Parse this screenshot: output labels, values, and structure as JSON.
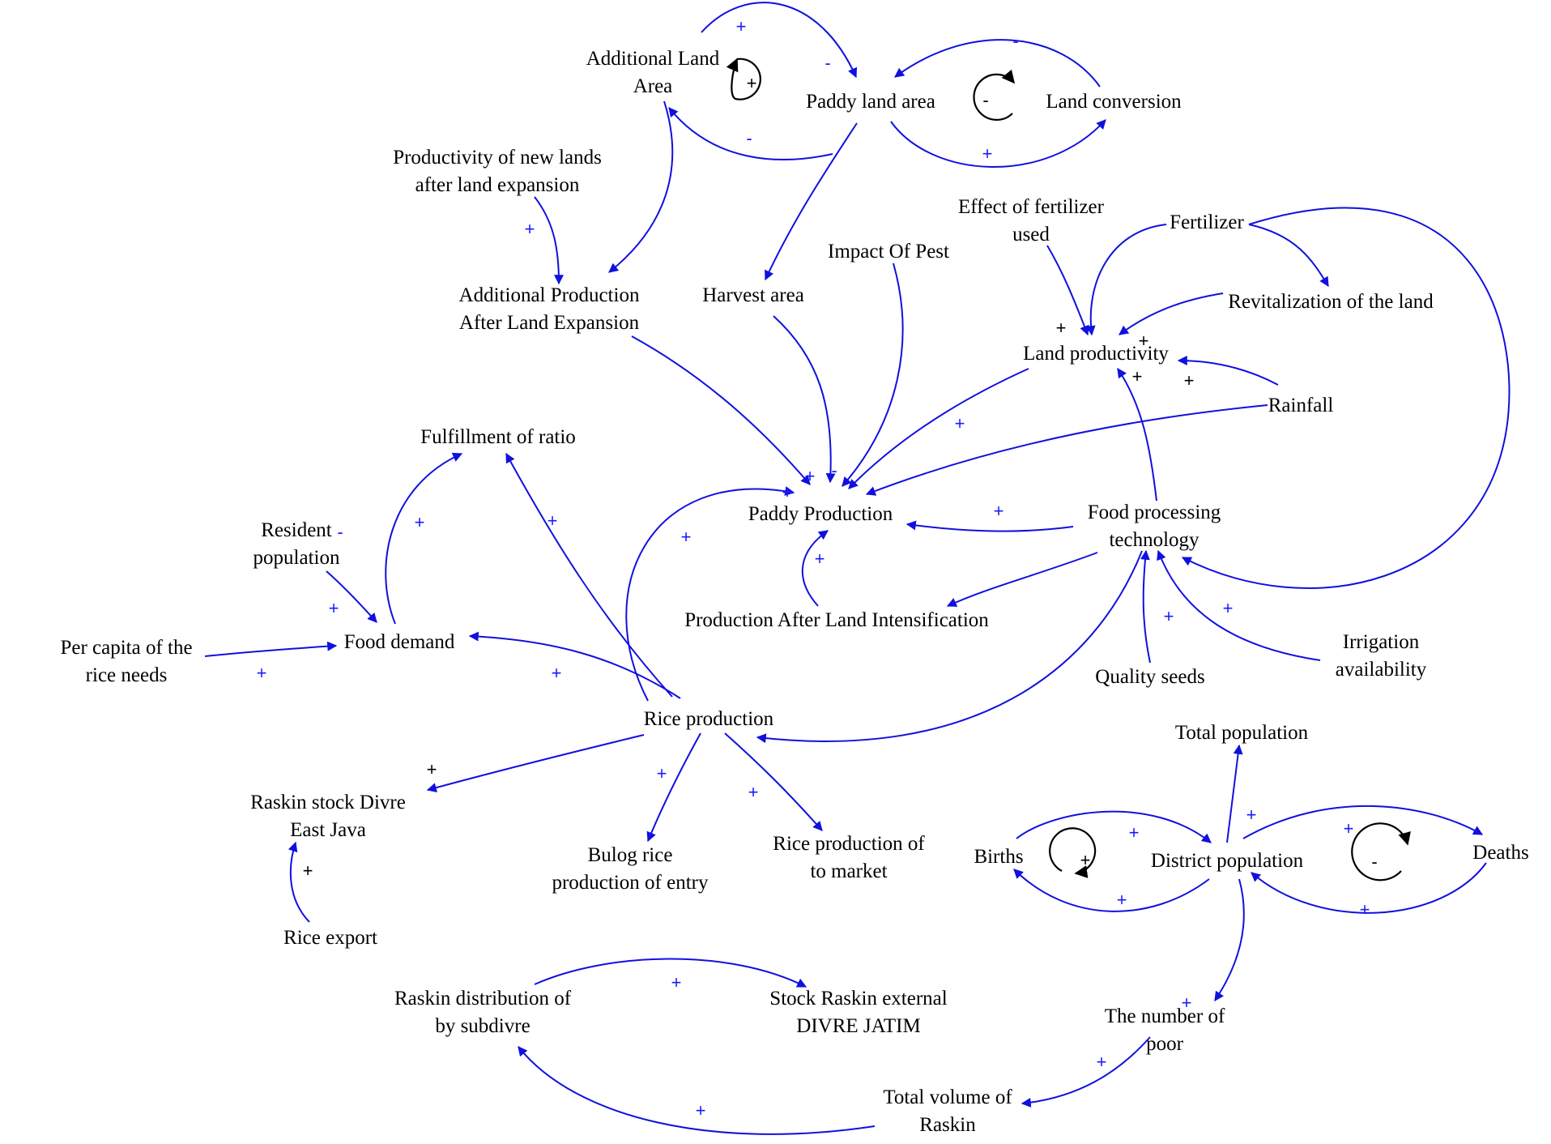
{
  "diagram": {
    "nodes": [
      {
        "id": "additional-land-area",
        "lines": [
          "Additional Land",
          "Area"
        ]
      },
      {
        "id": "paddy-land-area",
        "lines": [
          "Paddy land area"
        ]
      },
      {
        "id": "land-conversion",
        "lines": [
          "Land conversion"
        ]
      },
      {
        "id": "productivity-new-lands",
        "lines": [
          "Productivity of new lands",
          "after land expansion"
        ]
      },
      {
        "id": "additional-production",
        "lines": [
          "Additional Production",
          "After Land Expansion"
        ]
      },
      {
        "id": "harvest-area",
        "lines": [
          "Harvest area"
        ]
      },
      {
        "id": "impact-of-pest",
        "lines": [
          "Impact Of Pest"
        ]
      },
      {
        "id": "effect-of-fertilizer",
        "lines": [
          "Effect of fertilizer",
          "used"
        ]
      },
      {
        "id": "fertilizer",
        "lines": [
          "Fertilizer"
        ]
      },
      {
        "id": "revitalization",
        "lines": [
          "Revitalization of the land"
        ]
      },
      {
        "id": "land-productivity",
        "lines": [
          "Land productivity"
        ]
      },
      {
        "id": "rainfall",
        "lines": [
          "Rainfall"
        ]
      },
      {
        "id": "fulfillment-of-ratio",
        "lines": [
          "Fulfillment of ratio"
        ]
      },
      {
        "id": "paddy-production",
        "lines": [
          "Paddy Production"
        ]
      },
      {
        "id": "food-processing-technology",
        "lines": [
          "Food processing",
          "technology"
        ]
      },
      {
        "id": "resident-population",
        "lines": [
          "Resident",
          "population"
        ]
      },
      {
        "id": "production-after-intensification",
        "lines": [
          "Production After Land Intensification"
        ]
      },
      {
        "id": "food-demand",
        "lines": [
          "Food demand"
        ]
      },
      {
        "id": "per-capita-rice-needs",
        "lines": [
          "Per capita of the",
          "rice needs"
        ]
      },
      {
        "id": "irrigation-availability",
        "lines": [
          "Irrigation",
          "availability"
        ]
      },
      {
        "id": "quality-seeds",
        "lines": [
          "Quality seeds"
        ]
      },
      {
        "id": "rice-production",
        "lines": [
          "Rice production"
        ]
      },
      {
        "id": "total-population",
        "lines": [
          "Total population"
        ]
      },
      {
        "id": "raskin-stock-divre",
        "lines": [
          "Raskin stock Divre",
          "East Java"
        ]
      },
      {
        "id": "rice-production-to-market",
        "lines": [
          "Rice production of",
          "to market"
        ]
      },
      {
        "id": "bulog-rice-production",
        "lines": [
          "Bulog rice",
          "production of entry"
        ]
      },
      {
        "id": "births",
        "lines": [
          "Births"
        ]
      },
      {
        "id": "district-population",
        "lines": [
          "District population"
        ]
      },
      {
        "id": "deaths",
        "lines": [
          "Deaths"
        ]
      },
      {
        "id": "rice-export",
        "lines": [
          "Rice export"
        ]
      },
      {
        "id": "raskin-distribution",
        "lines": [
          "Raskin distribution of",
          "by subdivre"
        ]
      },
      {
        "id": "stock-raskin-external",
        "lines": [
          "Stock Raskin external",
          "DIVRE JATIM"
        ]
      },
      {
        "id": "number-of-poor",
        "lines": [
          "The number of",
          "poor"
        ]
      },
      {
        "id": "total-volume-raskin",
        "lines": [
          "Total volume of",
          "Raskin"
        ]
      }
    ],
    "link_signs": [
      "+",
      "-",
      "+",
      "+",
      "+",
      "-",
      "+",
      "+",
      "-",
      "+",
      "+",
      "+",
      "+",
      "+",
      "+",
      "+",
      "+",
      "+",
      "+",
      "+",
      "+",
      "-",
      "+",
      "-",
      "+",
      "+",
      "+",
      "+",
      "+",
      "+",
      "+",
      "+",
      "+",
      "+",
      "+",
      "+"
    ],
    "black_signs": [
      "+",
      "+",
      "+",
      "+",
      "+",
      "+",
      "+"
    ],
    "loop_signs": [
      "+",
      "-",
      "+",
      "-"
    ],
    "colors": {
      "arrow": "#1010e0",
      "sign": "#1a1aff",
      "text": "#000000"
    }
  }
}
